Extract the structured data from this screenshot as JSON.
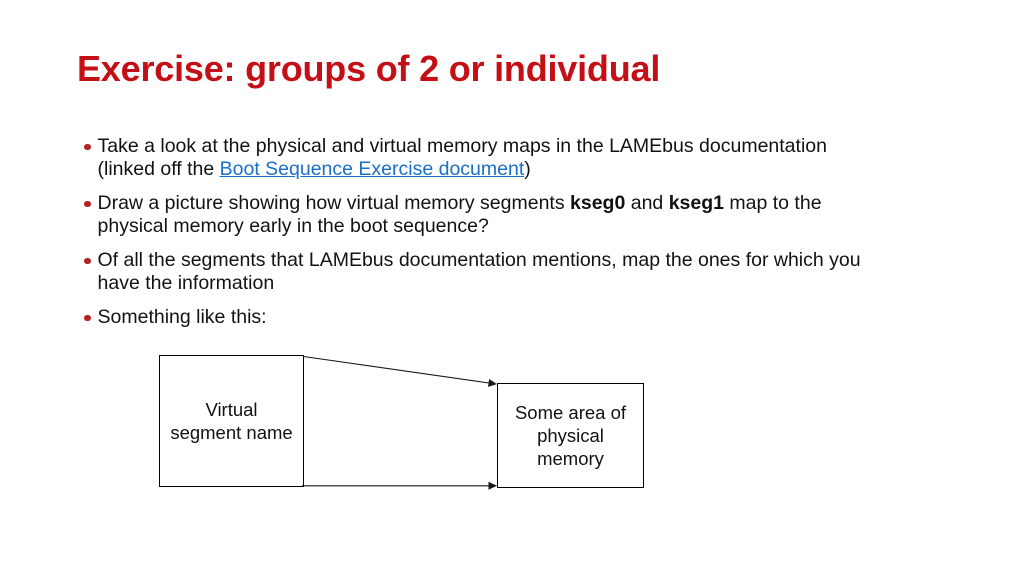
{
  "slide": {
    "title": "Exercise: groups of 2 or individual"
  },
  "colors": {
    "title_red": "#C50F16",
    "bullet_red": "#B5221C",
    "link_blue": "#1A6FC7",
    "text_black": "#121212",
    "line_color": "#1a1a1a"
  },
  "bullets": [
    {
      "lines": [
        {
          "parts": [
            {
              "text": "Take a look at the physical and virtual memory maps in the LAMEbus documentation"
            }
          ]
        },
        {
          "parts": [
            {
              "text": "(linked off the "
            },
            {
              "text": "Boot Sequence Exercise document",
              "style": "link"
            },
            {
              "text": ")"
            }
          ]
        }
      ]
    },
    {
      "lines": [
        {
          "parts": [
            {
              "text": "Draw a picture showing how virtual memory segments "
            },
            {
              "text": "kseg0",
              "style": "bold"
            },
            {
              "text": " and "
            },
            {
              "text": "kseg1",
              "style": "bold"
            },
            {
              "text": " map to the"
            }
          ]
        },
        {
          "parts": [
            {
              "text": "physical memory early in the boot sequence?"
            }
          ]
        }
      ]
    },
    {
      "lines": [
        {
          "parts": [
            {
              "text": "Of all the segments that LAMEbus documentation mentions, map the ones for which you"
            }
          ]
        },
        {
          "parts": [
            {
              "text": "have the information"
            }
          ]
        }
      ]
    },
    {
      "lines": [
        {
          "parts": [
            {
              "text": "Something like this:"
            }
          ]
        }
      ]
    }
  ],
  "diagram": {
    "virtual_box_label": "Virtual\nsegment name",
    "physical_box_label": "Some area of\nphysical\nmemory"
  }
}
